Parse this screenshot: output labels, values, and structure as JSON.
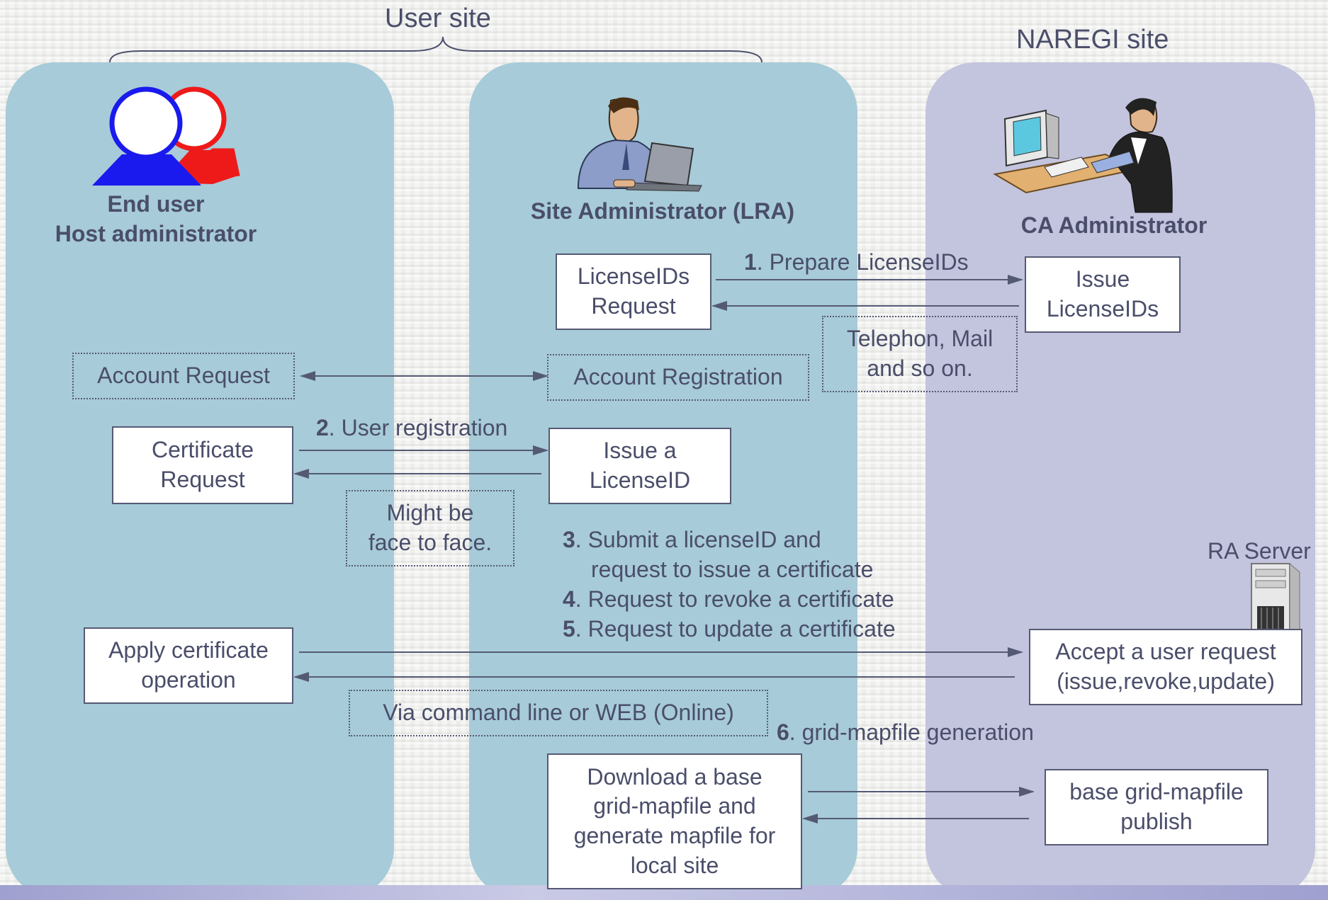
{
  "sites": {
    "user_site": "User site",
    "naregi_site": "NAREGI site"
  },
  "roles": {
    "end_user_line1": "End user",
    "end_user_line2": "Host administrator",
    "site_admin": "Site Administrator (LRA)",
    "ca_admin": "CA Administrator",
    "ra_server": "RA Server"
  },
  "boxes": {
    "licenseids_request": [
      "LicenseIDs",
      "Request"
    ],
    "issue_licenseids": [
      "Issue",
      "LicenseIDs"
    ],
    "telephon_mail": [
      "Telephon, Mail",
      "and so on."
    ],
    "account_request": "Account Request",
    "account_registration": "Account Registration",
    "certificate_request": [
      "Certificate",
      "Request"
    ],
    "issue_a_licenseid": [
      "Issue a",
      "LicenseID"
    ],
    "might_be_face": [
      "Might be",
      "face to face."
    ],
    "apply_cert_op": [
      "Apply certificate",
      "operation"
    ],
    "accept_user_request": [
      "Accept a user request",
      "(issue,revoke,update)"
    ],
    "via_command_line": "Via command line or WEB (Online)",
    "download_base": [
      "Download a base",
      "grid-mapfile and",
      "generate mapfile for",
      "local site"
    ],
    "base_gridmap_publish": [
      "base grid-mapfile",
      "publish"
    ]
  },
  "steps": {
    "s1_num": "1",
    "s1_text": ". Prepare LicenseIDs",
    "s2_num": "2",
    "s2_text": ". User registration",
    "s3_num": "3",
    "s3_text1": ". Submit a licenseID and",
    "s3_text2": "request to issue a certificate",
    "s4_num": "4",
    "s4_text": ". Request to revoke a certificate",
    "s5_num": "5",
    "s5_text": ". Request to update a certificate",
    "s6_num": "6",
    "s6_text": ". grid-mapfile generation"
  },
  "colors": {
    "user_lane": "#a7cbd8",
    "naregi_lane": "#c3c4de",
    "text": "#4a4e6a",
    "end_user_blue": "#1a1aee",
    "host_admin_red": "#ee1a1a"
  },
  "icons": [
    "users-icon",
    "admin-laptop-icon",
    "admin-desktop-icon",
    "server-tower-icon"
  ]
}
